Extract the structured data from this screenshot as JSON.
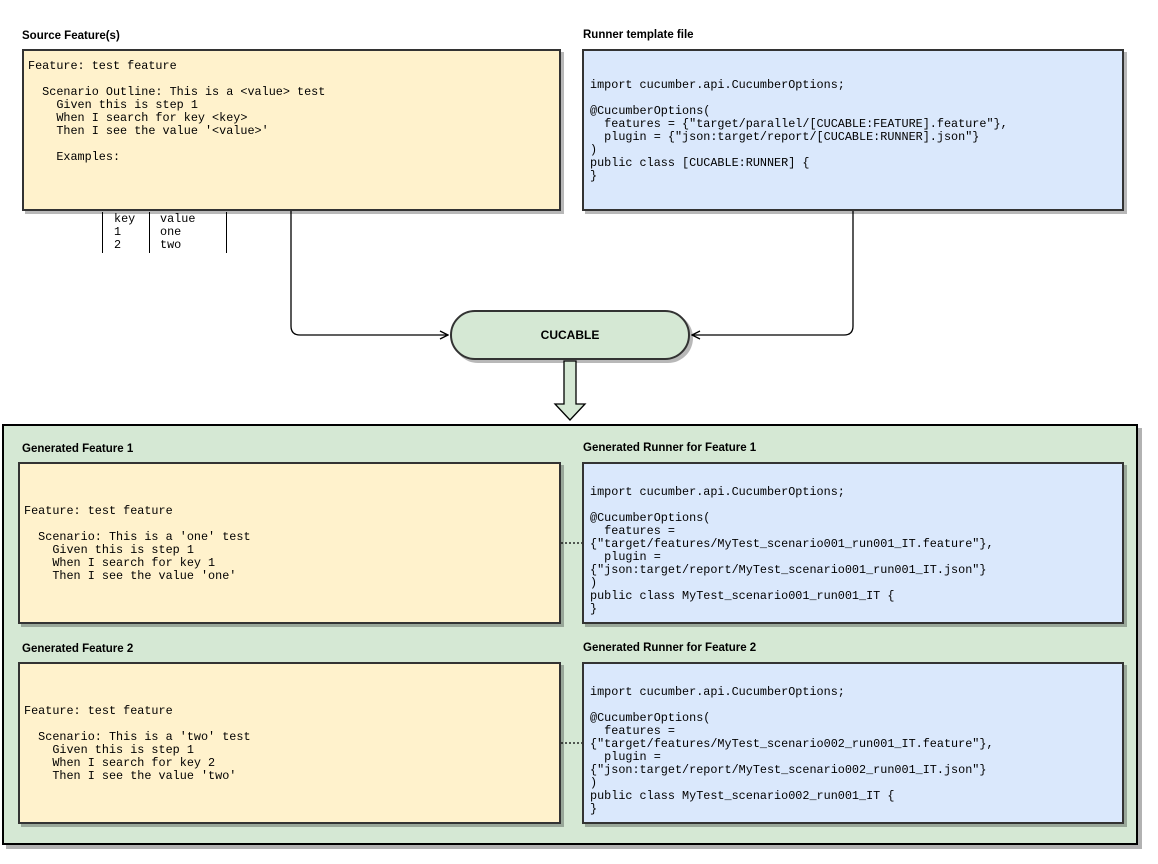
{
  "source": {
    "label": "Source Feature(s)",
    "code": "Feature: test feature\n\n  Scenario Outline: This is a <value> test\n    Given this is step 1\n    When I search for key <key>\n    Then I see the value '<value>'\n\n    Examples:",
    "examples_header": [
      "key",
      "value"
    ],
    "examples_rows": [
      [
        "1",
        "one"
      ],
      [
        "2",
        "two"
      ]
    ]
  },
  "template": {
    "label": "Runner template file",
    "code": "import cucumber.api.CucumberOptions;\n\n@CucumberOptions(\n  features = {\"target/parallel/[CUCABLE:FEATURE].feature\"},\n  plugin = {\"json:target/report/[CUCABLE:RUNNER].json\"}\n)\npublic class [CUCABLE:RUNNER] {\n}"
  },
  "cucable": {
    "label": "CUCABLE"
  },
  "generated": [
    {
      "feature_label": "Generated Feature 1",
      "feature_code": "Feature: test feature\n\n  Scenario: This is a 'one' test\n    Given this is step 1\n    When I search for key 1\n    Then I see the value 'one'",
      "runner_label": "Generated Runner for Feature 1",
      "runner_code": "import cucumber.api.CucumberOptions;\n\n@CucumberOptions(\n  features =\n{\"target/features/MyTest_scenario001_run001_IT.feature\"},\n  plugin =\n{\"json:target/report/MyTest_scenario001_run001_IT.json\"}\n)\npublic class MyTest_scenario001_run001_IT {\n}"
    },
    {
      "feature_label": "Generated Feature 2",
      "feature_code": "Feature: test feature\n\n  Scenario: This is a 'two' test\n    Given this is step 1\n    When I search for key 2\n    Then I see the value 'two'",
      "runner_label": "Generated Runner for Feature 2",
      "runner_code": "import cucumber.api.CucumberOptions;\n\n@CucumberOptions(\n  features =\n{\"target/features/MyTest_scenario002_run001_IT.feature\"},\n  plugin =\n{\"json:target/report/MyTest_scenario002_run001_IT.json\"}\n)\npublic class MyTest_scenario002_run001_IT {\n}"
    }
  ],
  "colors": {
    "feature_fill": "#fff2cc",
    "runner_fill": "#dae8fc",
    "group_fill": "#d5e8d4",
    "border": "#333333"
  }
}
